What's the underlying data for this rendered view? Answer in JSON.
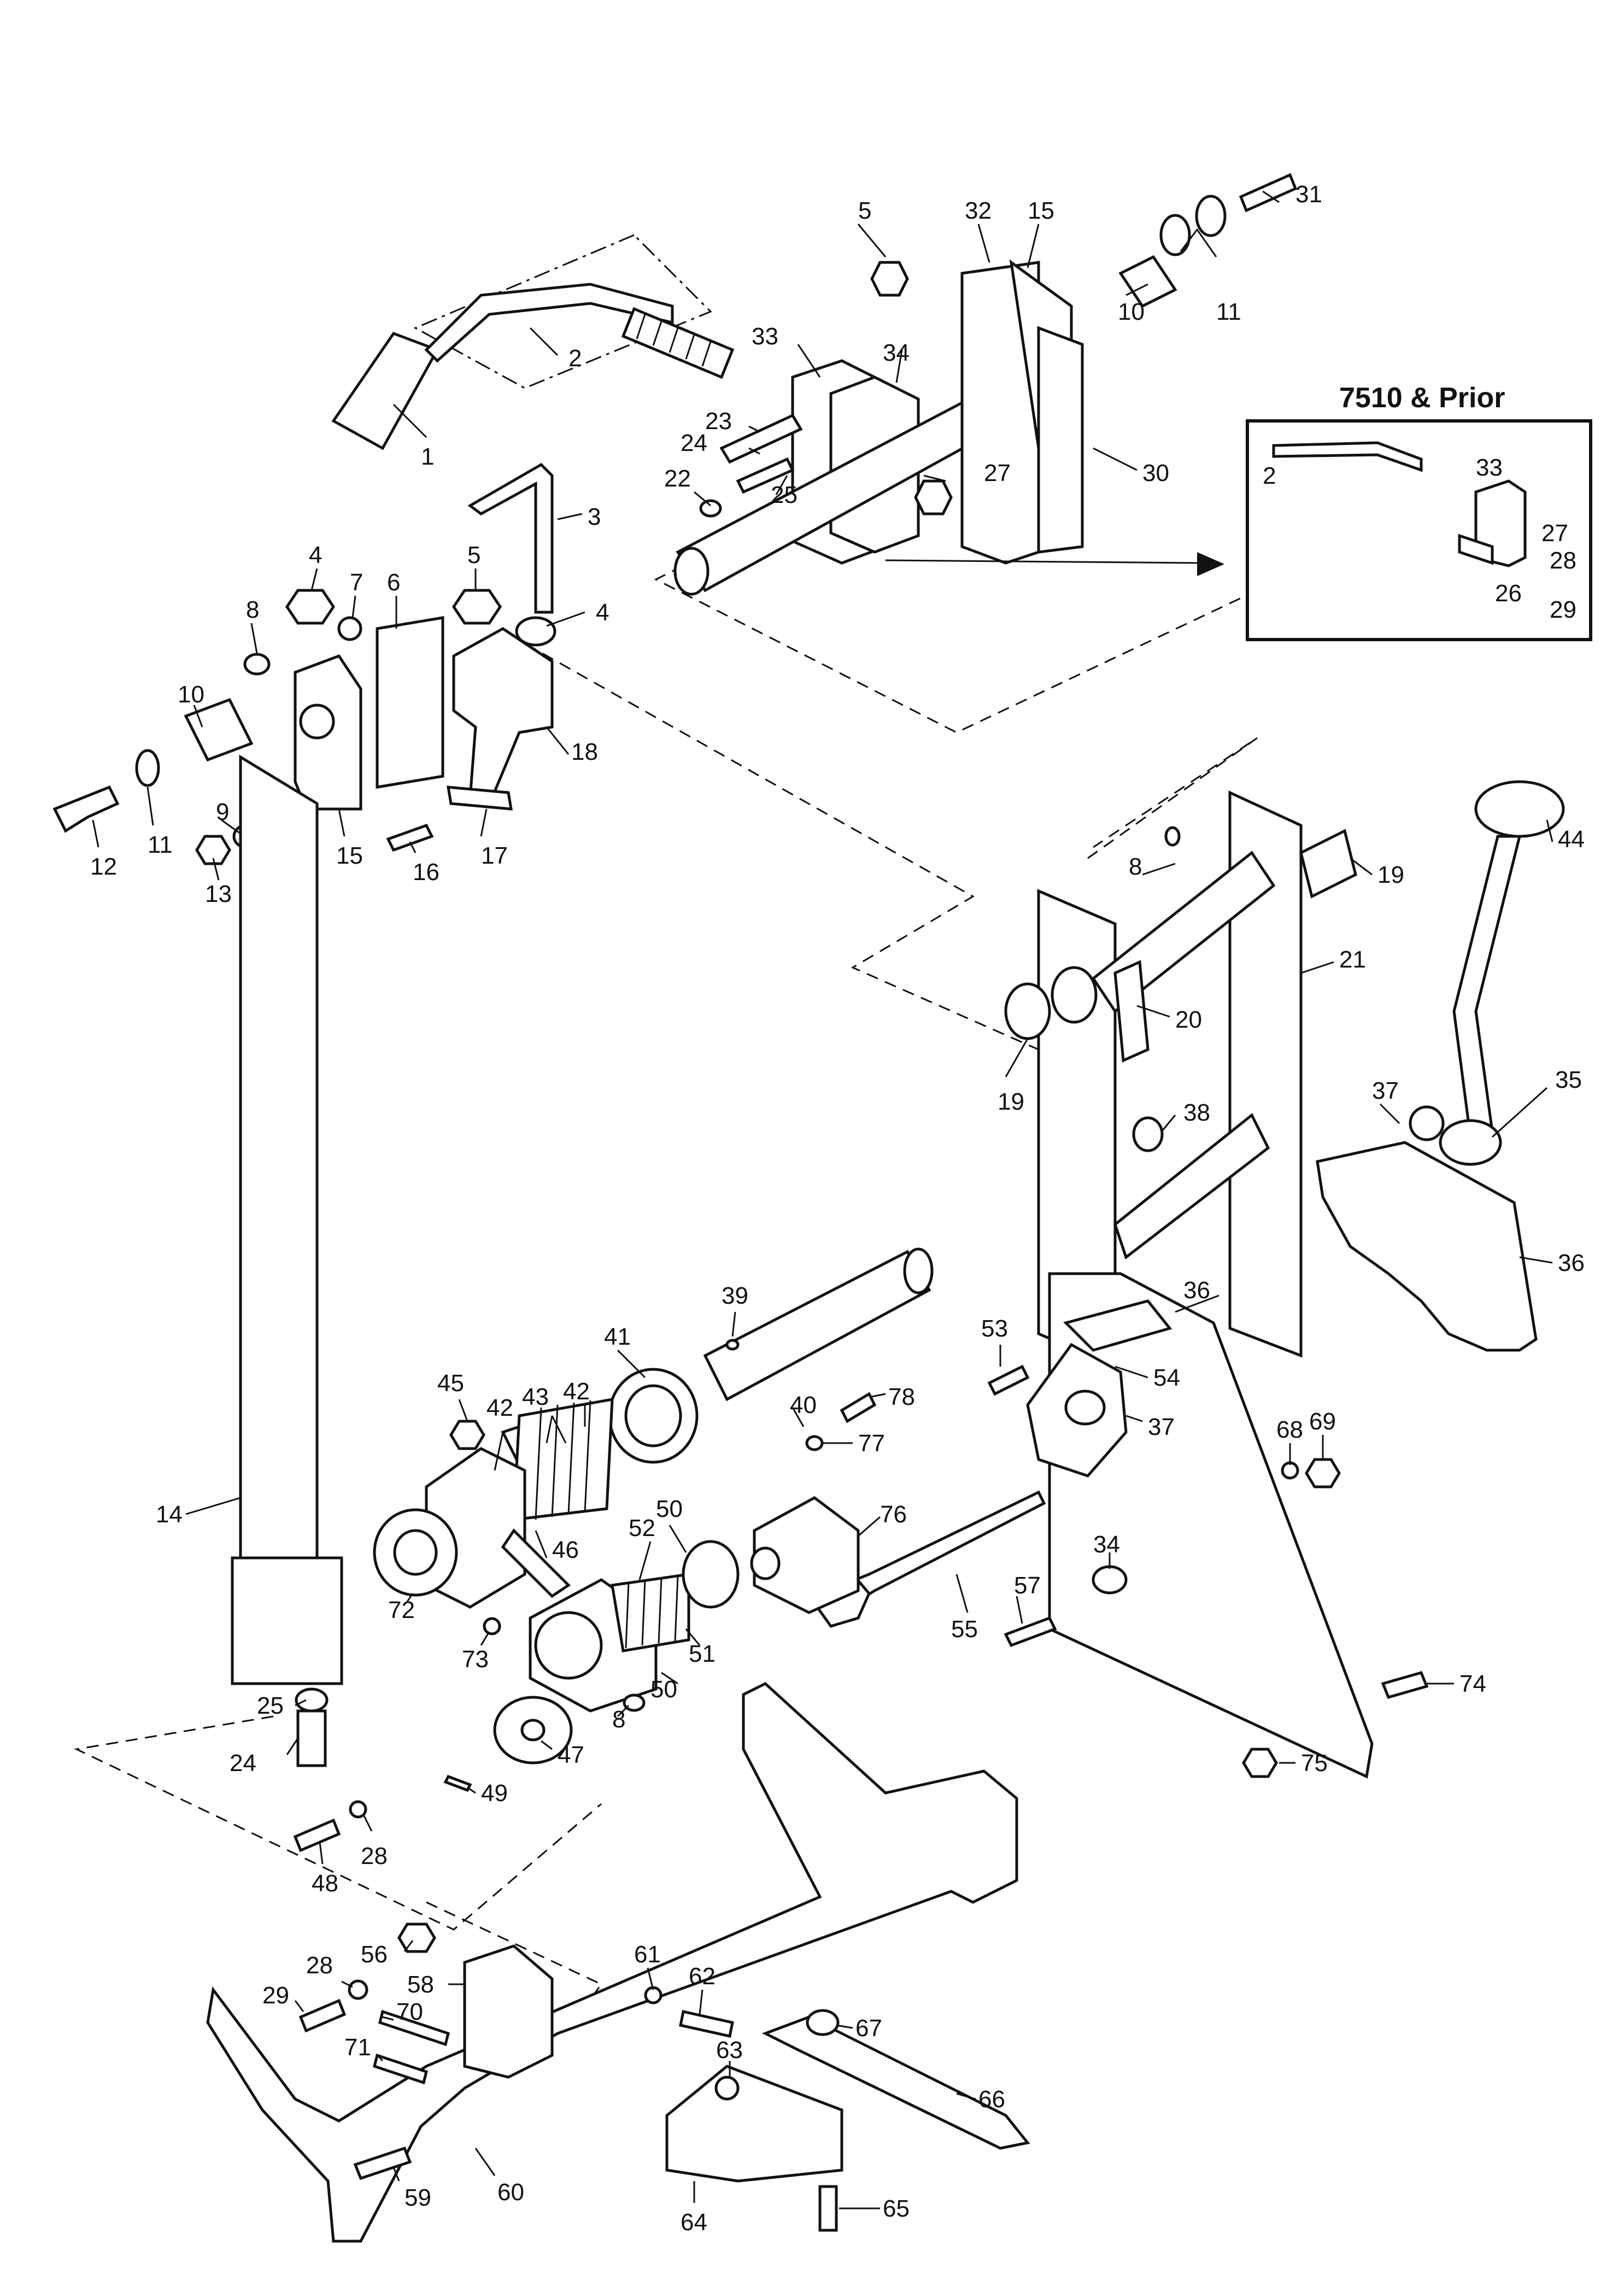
{
  "diagram": {
    "inset_title": "7510 & Prior",
    "labels": {
      "l1": "1",
      "l2": "2",
      "l3": "3",
      "l4a": "4",
      "l4b": "4",
      "l5a": "5",
      "l5b": "5",
      "l6": "6",
      "l7": "7",
      "l8a": "8",
      "l8b": "8",
      "l8c": "8",
      "l9": "9",
      "l10a": "10",
      "l10b": "10",
      "l11a": "11",
      "l11b": "11",
      "l12": "12",
      "l13": "13",
      "l14": "14",
      "l15a": "15",
      "l15b": "15",
      "l16": "16",
      "l17": "17",
      "l18": "18",
      "l19a": "19",
      "l19b": "19",
      "l20": "20",
      "l21": "21",
      "l22": "22",
      "l23": "23",
      "l24a": "24",
      "l24b": "24",
      "l25a": "25",
      "l25b": "25",
      "l27": "27",
      "l28a": "28",
      "l28b": "28",
      "l29": "29",
      "l30": "30",
      "l31": "31",
      "l32": "32",
      "l33": "33",
      "l34a": "34",
      "l34b": "34",
      "l35": "35",
      "l36a": "36",
      "l36b": "36",
      "l37a": "37",
      "l37b": "37",
      "l38": "38",
      "l39": "39",
      "l40": "40",
      "l41": "41",
      "l42a": "42",
      "l42b": "42",
      "l43": "43",
      "l44": "44",
      "l45": "45",
      "l46": "46",
      "l47": "47",
      "l48": "48",
      "l49": "49",
      "l50a": "50",
      "l50b": "50",
      "l51": "51",
      "l52": "52",
      "l53": "53",
      "l54": "54",
      "l55": "55",
      "l56": "56",
      "l57": "57",
      "l58": "58",
      "l59": "59",
      "l60": "60",
      "l61": "61",
      "l62": "62",
      "l63": "63",
      "l64": "64",
      "l65": "65",
      "l66": "66",
      "l67": "67",
      "l68": "68",
      "l69": "69",
      "l70": "70",
      "l71": "71",
      "l72": "72",
      "l73": "73",
      "l74": "74",
      "l75": "75",
      "l76": "76",
      "l77": "77",
      "l78": "78",
      "in2": "2",
      "in33": "33",
      "in27": "27",
      "in28": "28",
      "in26": "26",
      "in29": "29"
    }
  }
}
